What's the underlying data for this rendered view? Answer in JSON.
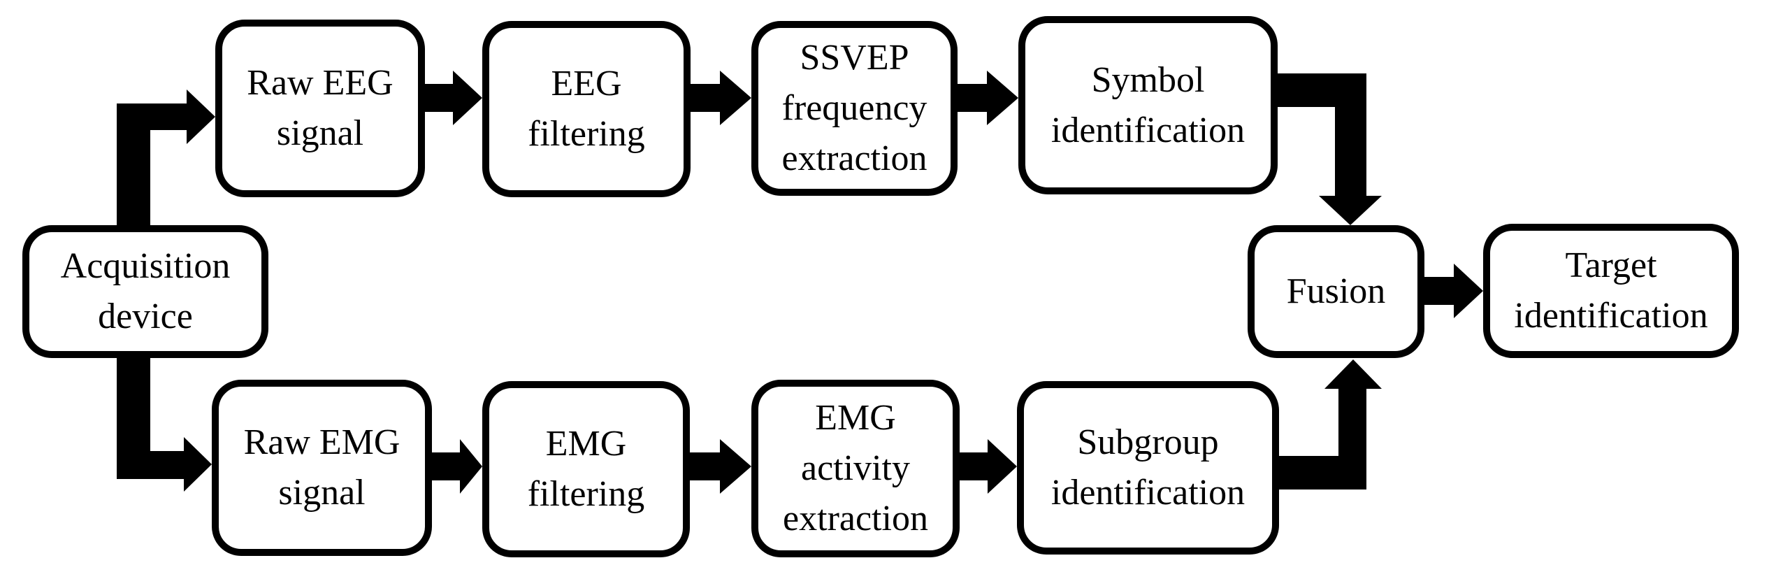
{
  "diagram": {
    "type": "flowchart",
    "nodes": {
      "acquisition_device": {
        "label": "Acquisition\ndevice"
      },
      "raw_eeg_signal": {
        "label": "Raw EEG\nsignal"
      },
      "eeg_filtering": {
        "label": "EEG\nfiltering"
      },
      "ssvep_frequency_extraction": {
        "label": "SSVEP\nfrequency\nextraction"
      },
      "symbol_identification": {
        "label": "Symbol\nidentification"
      },
      "fusion": {
        "label": "Fusion"
      },
      "target_identification": {
        "label": "Target\nidentification"
      },
      "raw_emg_signal": {
        "label": "Raw EMG\nsignal"
      },
      "emg_filtering": {
        "label": "EMG\nfiltering"
      },
      "emg_activity_extraction": {
        "label": "EMG\nactivity\nextraction"
      },
      "subgroup_identification": {
        "label": "Subgroup\nidentification"
      }
    },
    "edges": [
      {
        "from": "acquisition_device",
        "to": "raw_eeg_signal"
      },
      {
        "from": "raw_eeg_signal",
        "to": "eeg_filtering"
      },
      {
        "from": "eeg_filtering",
        "to": "ssvep_frequency_extraction"
      },
      {
        "from": "ssvep_frequency_extraction",
        "to": "symbol_identification"
      },
      {
        "from": "symbol_identification",
        "to": "fusion"
      },
      {
        "from": "acquisition_device",
        "to": "raw_emg_signal"
      },
      {
        "from": "raw_emg_signal",
        "to": "emg_filtering"
      },
      {
        "from": "emg_filtering",
        "to": "emg_activity_extraction"
      },
      {
        "from": "emg_activity_extraction",
        "to": "subgroup_identification"
      },
      {
        "from": "subgroup_identification",
        "to": "fusion"
      },
      {
        "from": "fusion",
        "to": "target_identification"
      }
    ],
    "colors": {
      "background": "#ffffff",
      "box_fill": "#ffffff",
      "box_border": "#000000",
      "arrow": "#000000",
      "text": "#000000"
    }
  }
}
